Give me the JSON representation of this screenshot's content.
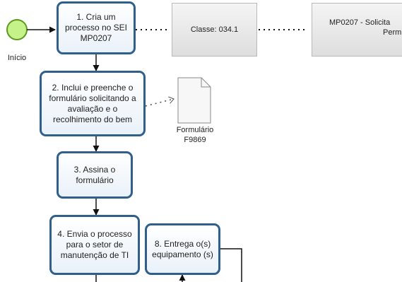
{
  "start_event": {
    "label": "Início"
  },
  "tasks": [
    {
      "id": 1,
      "text": "1. Cria um processo no SEI MP0207"
    },
    {
      "id": 2,
      "text": "2. Inclui e preenche o formulário solicitando a avaliação e o recolhimento do bem"
    },
    {
      "id": 3,
      "text": "3. Assina o formulário"
    },
    {
      "id": 4,
      "text": "4. Envia o processo para o setor de manutenção de TI"
    },
    {
      "id": 8,
      "text": "8. Entrega o(s) equipamento (s)"
    }
  ],
  "annotations": {
    "classe": "Classe: 034.1",
    "mp0207_line1": "MP0207 - Solicita",
    "mp0207_line2": "Perm"
  },
  "document": {
    "line1": "Formulário",
    "line2": "F9869"
  },
  "colors": {
    "start_fill": "#c6f28a",
    "start_stroke": "#5d9a1c",
    "task_border": "#2f5f8a",
    "connector": "#111111"
  }
}
